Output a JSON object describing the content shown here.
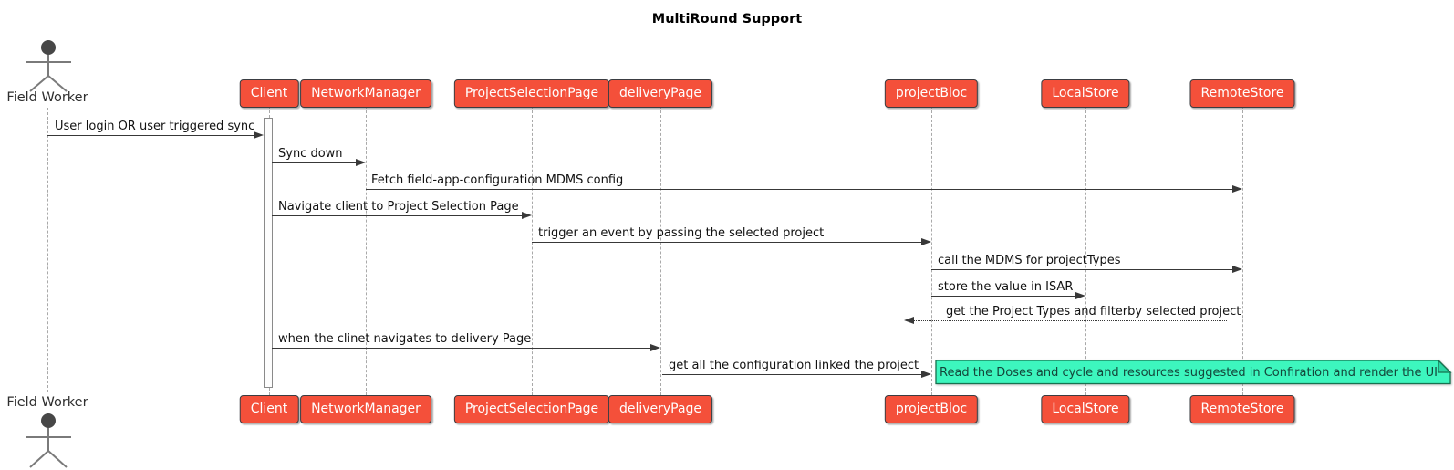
{
  "title": "MultiRound Support",
  "actor": {
    "name": "Field Worker"
  },
  "participants": [
    {
      "name": "Client"
    },
    {
      "name": "NetworkManager"
    },
    {
      "name": "ProjectSelectionPage"
    },
    {
      "name": "deliveryPage"
    },
    {
      "name": "projectBloc"
    },
    {
      "name": "LocalStore"
    },
    {
      "name": "RemoteStore"
    }
  ],
  "messages": [
    {
      "from": "Field Worker",
      "to": "Client",
      "label": "User login OR user triggered sync",
      "style": "solid"
    },
    {
      "from": "Client",
      "to": "NetworkManager",
      "label": "Sync down",
      "style": "solid"
    },
    {
      "from": "NetworkManager",
      "to": "RemoteStore",
      "label": "Fetch field-app-configuration MDMS config",
      "style": "solid"
    },
    {
      "from": "Client",
      "to": "ProjectSelectionPage",
      "label": "Navigate client to Project Selection Page",
      "style": "solid"
    },
    {
      "from": "ProjectSelectionPage",
      "to": "projectBloc",
      "label": "trigger an event by passing the selected project",
      "style": "solid"
    },
    {
      "from": "projectBloc",
      "to": "RemoteStore",
      "label": "call the MDMS for projectTypes",
      "style": "solid"
    },
    {
      "from": "projectBloc",
      "to": "LocalStore",
      "label": "store the value in ISAR",
      "style": "solid"
    },
    {
      "from": "LocalStore",
      "to": "projectBloc",
      "label": "get the Project Types and filterby selected project",
      "style": "dotted-return"
    },
    {
      "from": "Client",
      "to": "deliveryPage",
      "label": "when the clinet navigates to delivery Page",
      "style": "solid"
    },
    {
      "from": "deliveryPage",
      "to": "projectBloc",
      "label": "get all the configuration linked the project",
      "style": "solid"
    }
  ],
  "note": {
    "text": "Read the Doses and cycle and resources suggested in Confiration and render the UI"
  },
  "colors": {
    "participant_fill": "#F4503A",
    "participant_border": "#3A3D42",
    "participant_text": "#FFFFFF",
    "note_fill": "#3DF6BE",
    "note_fold": "#2BD6A3",
    "note_border": "#16724F",
    "note_text": "#14463A",
    "arrow": "#383838",
    "lifeline": "#A9A9A9",
    "message_text": "#111111"
  }
}
